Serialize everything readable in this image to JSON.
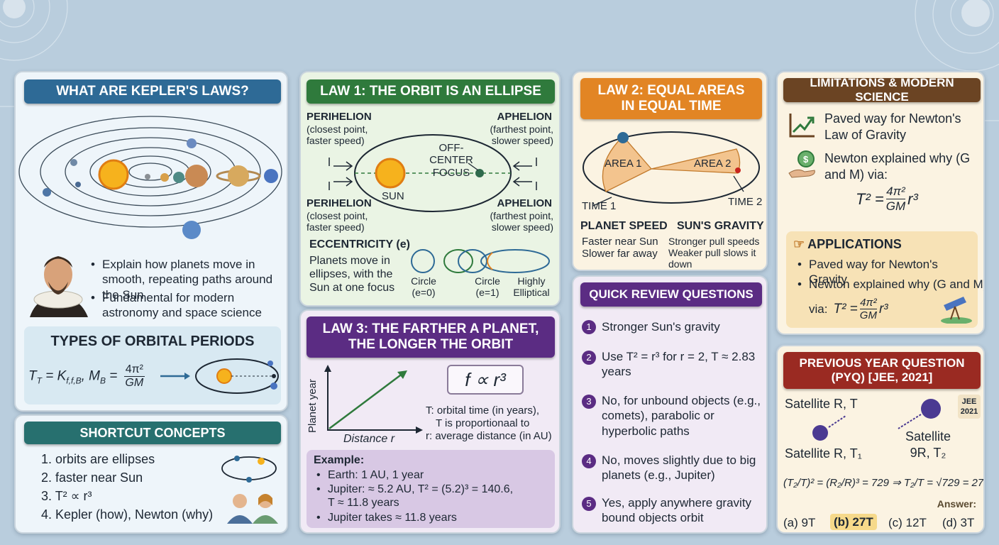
{
  "kepler": {
    "title": "WHAT ARE KEPLER'S LAWS?",
    "bullets": [
      "Explain how planets move in smooth, repeating paths around the Sun",
      "Fundamental for modern astronomy and space science"
    ],
    "types_title": "TYPES OF ORBITAL PERIODS",
    "formula_lhs": "T",
    "formula_sub": "T",
    "formula_mid": " = K",
    "formula_msub": "f,f,B",
    "formula_m": ", M",
    "formula_msub2": "B",
    "formula_eq": " =",
    "frac_num": "4π²",
    "frac_den": "GM"
  },
  "shortcut": {
    "title": "SHORTCUT CONCEPTS",
    "items": [
      "1.  orbits are ellipses",
      "2.  faster near Sun",
      "3.  T² ∝ r³",
      "4.  Kepler (how), Newton (why)"
    ]
  },
  "law1": {
    "title": "LAW 1: THE ORBIT IS AN ELLIPSE",
    "peri_top": "PERIHELION",
    "peri_top_sub": "(closest point, faster speed)",
    "aph_top": "APHELION",
    "aph_top_sub": "(farthest point, slower speed)",
    "peri_bot": "PERIHELION",
    "peri_bot_sub": "(closest point, faster speed)",
    "aph_bot": "APHELION",
    "aph_bot_sub": "(farthest point, slower speed)",
    "focus": "OFF-CENTER FOCUS",
    "sun": "SUN",
    "ecc_title": "ECCENTRICITY (e)",
    "ecc_text": "Planets move in ellipses, with the Sun at one focus",
    "c1": "Circle (e=0)",
    "c2": "Circle (e=1)",
    "c3": "Highly Elliptical"
  },
  "law2": {
    "title": "LAW 2: EQUAL AREAS IN EQUAL TIME",
    "area1": "AREA 1",
    "area2": "AREA 2",
    "time1": "TIME 1",
    "time2": "TIME 2",
    "speed_title": "PLANET SPEED",
    "speed_text": "Faster near Sun Slower far away",
    "grav_title": "SUN'S GRAVITY",
    "grav_text": "Stronger pull speeds Weaker pull slows it down"
  },
  "law3": {
    "title": "LAW 3: THE FARTHER A PLANET, THE LONGER THE ORBIT",
    "ylabel": "Planet year",
    "xlabel": "Distance r",
    "formula": "f ∝ r³",
    "desc1": "T: orbital time (in years),",
    "desc2": "T is proportionaal to",
    "desc3": "r: average distance (in AU)",
    "example_title": "Example:",
    "examples": [
      "Earth: 1 AU, 1 year",
      "Jupiter: ≈ 5.2 AU, T² = (5.2)³ = 140.6,",
      "T ≈ 11.8 years",
      "Jupiter takes ≈ 11.8 years"
    ]
  },
  "review": {
    "title": "QUICK REVIEW QUESTIONS",
    "items": [
      {
        "n": "1",
        "text": "Stronger Sun's gravity"
      },
      {
        "n": "2",
        "text": "Use T² = r³ for r = 2, T ≈ 2.83 years"
      },
      {
        "n": "3",
        "text": "No, for unbound objects (e.g., comets), parabolic or hyperbolic paths"
      },
      {
        "n": "4",
        "text": "No, moves slightly due to big planets (e.g., Jupiter)"
      },
      {
        "n": "5",
        "text": "Yes, apply anywhere gravity bound objects orbit"
      }
    ]
  },
  "limits": {
    "title": "LIMITATIONS & MODERN SCIENCE",
    "item1": "Paved way for Newton's Law of Gravity",
    "item2": "Newton explained why (G and M) via:",
    "formula_T": "T² =",
    "frac_num": "4π²",
    "frac_den": "GM",
    "formula_r": "r³",
    "apps_title": "APPLICATIONS",
    "apps": [
      "Paved way for Newton's Gravity",
      "Newton explained why (G and M)"
    ],
    "via": "via:",
    "via_T": "T² ="
  },
  "pyq": {
    "title": "PREVIOUS YEAR QUESTION (PYQ) [JEE, 2021]",
    "badge": "JEE 2021",
    "sat1": "Satellite R, T",
    "sat2": "Satellite 9R, T₂",
    "sat3": "Satellite R, T₁",
    "equation": "(T₂/T)² = (R₂/R)³ = 729 ⇒ T₂/T = √729 = 27",
    "answer_label": "Answer:",
    "options": [
      "(a) 9T",
      "(b) 27T",
      "(c) 12T",
      "(d) 3T"
    ]
  },
  "colors": {
    "blue": "#2e6a96",
    "green": "#2f7a3c",
    "orange": "#e28524",
    "purple": "#5b2c83",
    "brown": "#6b4423",
    "red": "#9a2a22",
    "teal": "#27706f"
  }
}
